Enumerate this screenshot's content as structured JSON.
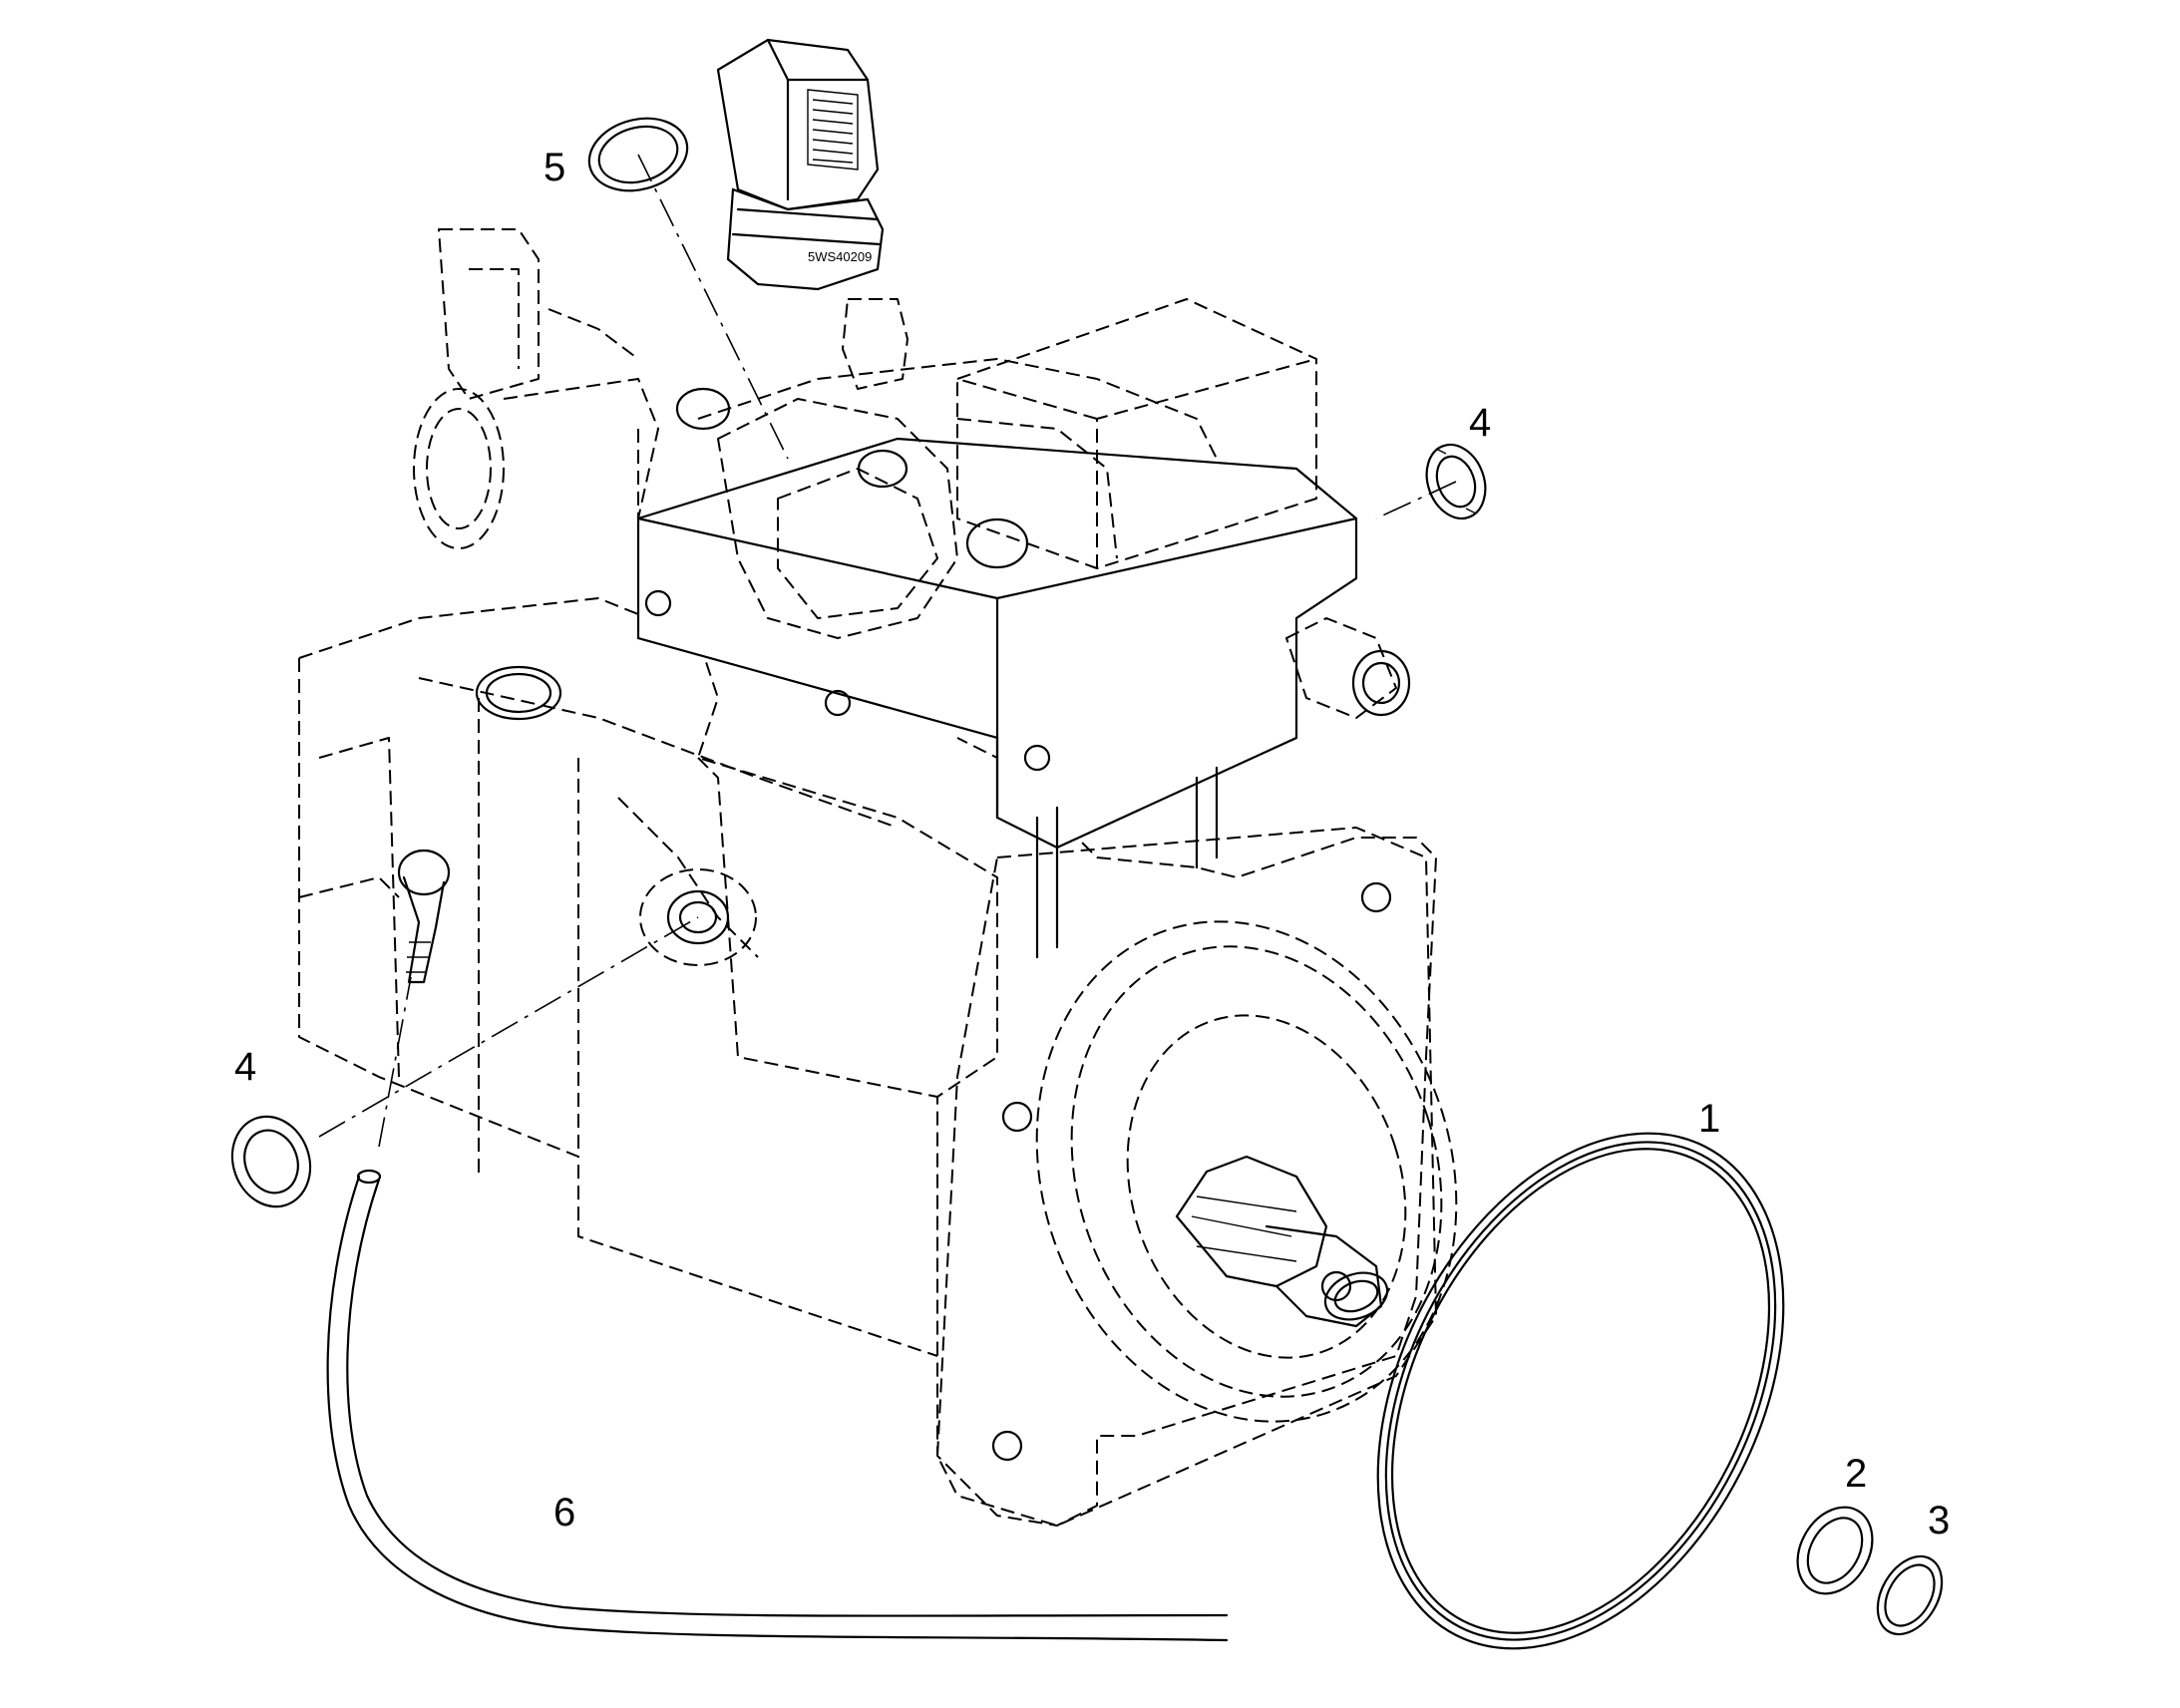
{
  "diagram": {
    "callouts": [
      {
        "id": "1",
        "label": "1"
      },
      {
        "id": "2",
        "label": "2"
      },
      {
        "id": "3",
        "label": "3"
      },
      {
        "id": "4a",
        "label": "4"
      },
      {
        "id": "4b",
        "label": "4"
      },
      {
        "id": "5",
        "label": "5"
      },
      {
        "id": "6",
        "label": "6"
      }
    ],
    "sensor_marking": "5WS40209"
  }
}
